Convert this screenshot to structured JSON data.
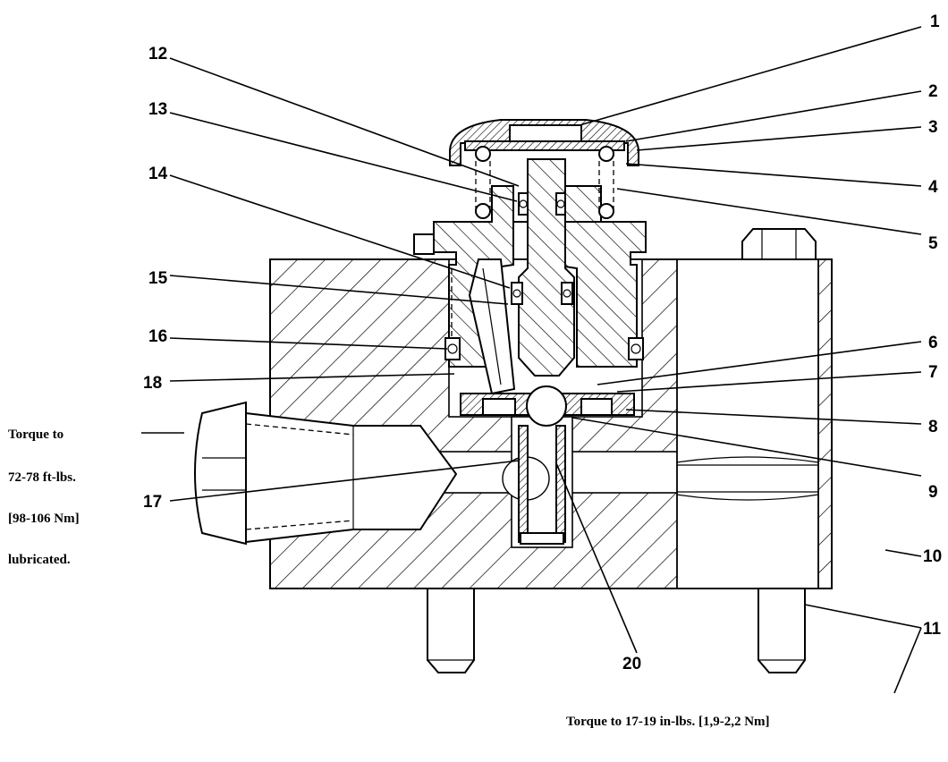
{
  "callouts": {
    "c1": "1",
    "c2": "2",
    "c3": "3",
    "c4": "4",
    "c5": "5",
    "c6": "6",
    "c7": "7",
    "c8": "8",
    "c9": "9",
    "c10": "10",
    "c11": "11",
    "c12": "12",
    "c13": "13",
    "c14": "14",
    "c15": "15",
    "c16": "16",
    "c17": "17",
    "c18": "18",
    "c20": "20"
  },
  "notes": {
    "left_line1": "Torque to",
    "left_line2": "72-78 ft-lbs.",
    "left_line3": "[98-106 Nm]",
    "left_line4": "lubricated.",
    "bottom": "Torque to 17-19 in-lbs. [1,9-2,2 Nm]"
  }
}
